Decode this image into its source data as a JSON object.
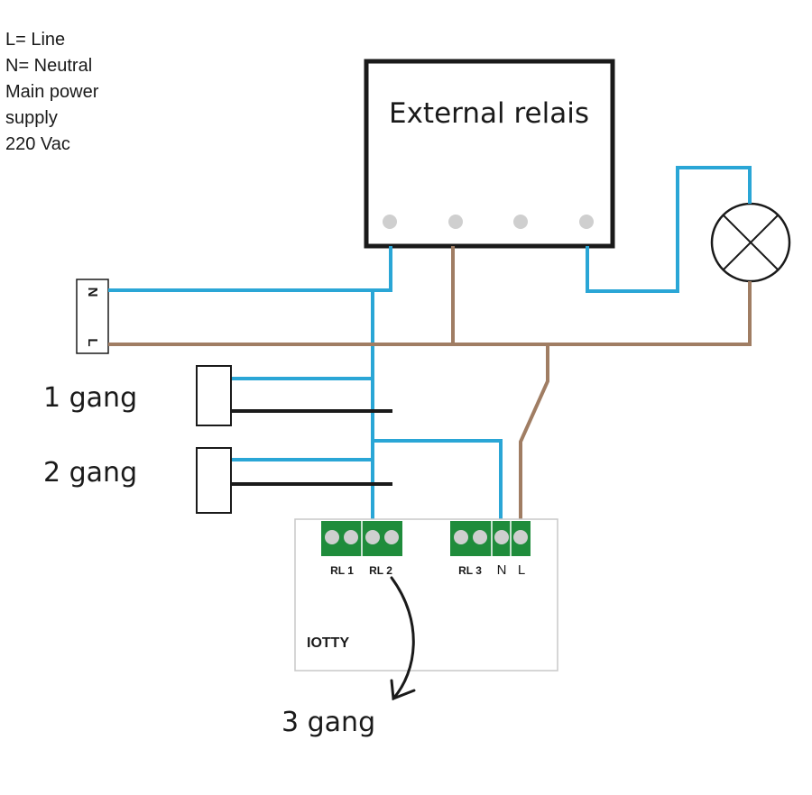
{
  "legend": {
    "line1": "L= Line",
    "line2": "N= Neutral",
    "line3": "Main power",
    "line4": "supply",
    "line5": "220 Vac"
  },
  "relay": {
    "title": "External relais"
  },
  "mains": {
    "n_label": "N",
    "l_label": "L"
  },
  "switches": {
    "gang1": "1 gang",
    "gang2": "2 gang",
    "gang3": "3 gang"
  },
  "iotty": {
    "name": "IOTTY",
    "rl1": "RL 1",
    "rl2": "RL 2",
    "rl3": "RL 3",
    "n": "N",
    "l": "L"
  },
  "colors": {
    "neutral_wire": "#2aa6d6",
    "line_wire": "#a07d63",
    "switch_wire": "#1a1a1a",
    "terminal": "#1f8c3b"
  }
}
